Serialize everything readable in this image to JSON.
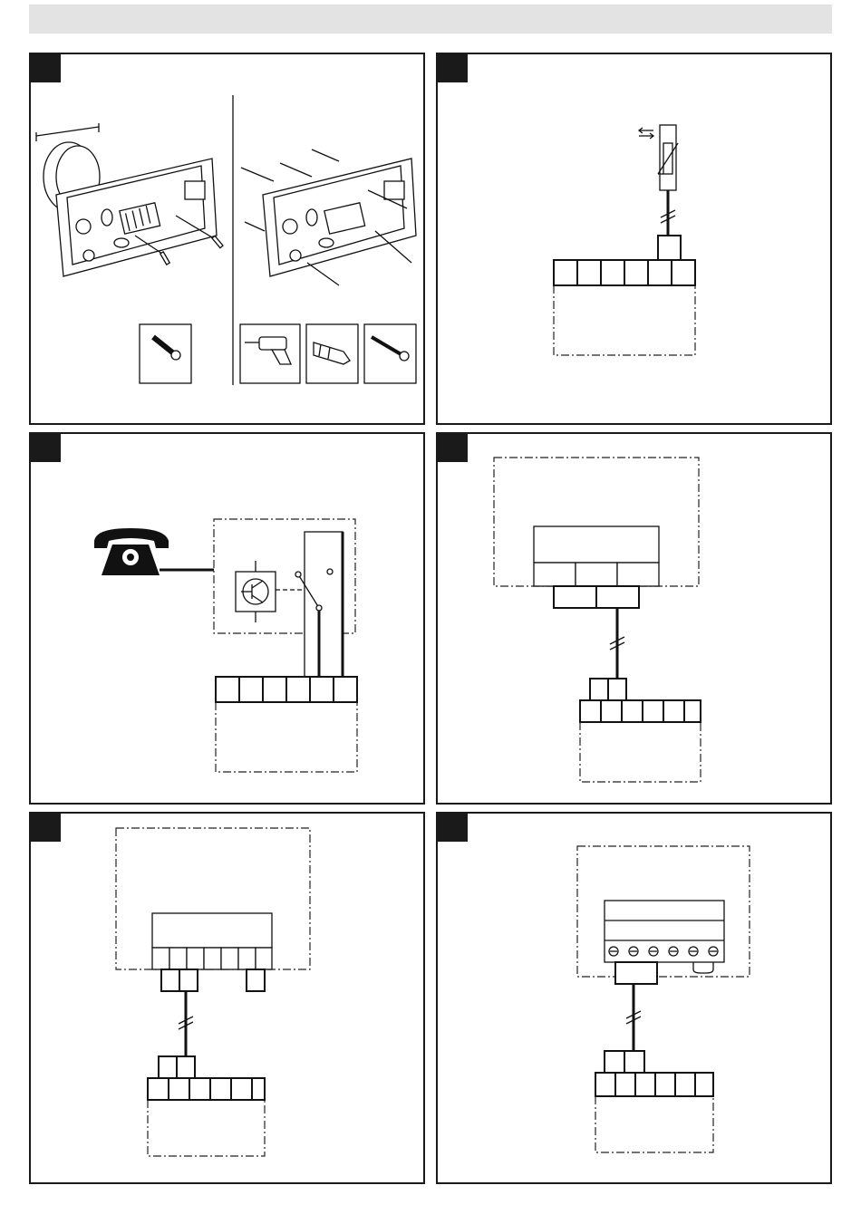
{
  "header": {
    "bar_color": "#e3e3e3"
  },
  "panels": [
    {
      "id": 1,
      "subject": "mounting"
    },
    {
      "id": 2,
      "subject": "sensor-wiring"
    },
    {
      "id": 3,
      "subject": "telephone-switch-wiring"
    },
    {
      "id": 4,
      "subject": "module-wiring"
    },
    {
      "id": 5,
      "subject": "module-wiring"
    },
    {
      "id": 6,
      "subject": "terminal-block-wiring"
    }
  ],
  "colors": {
    "ink": "#1a1a1a",
    "paper": "#ffffff"
  }
}
